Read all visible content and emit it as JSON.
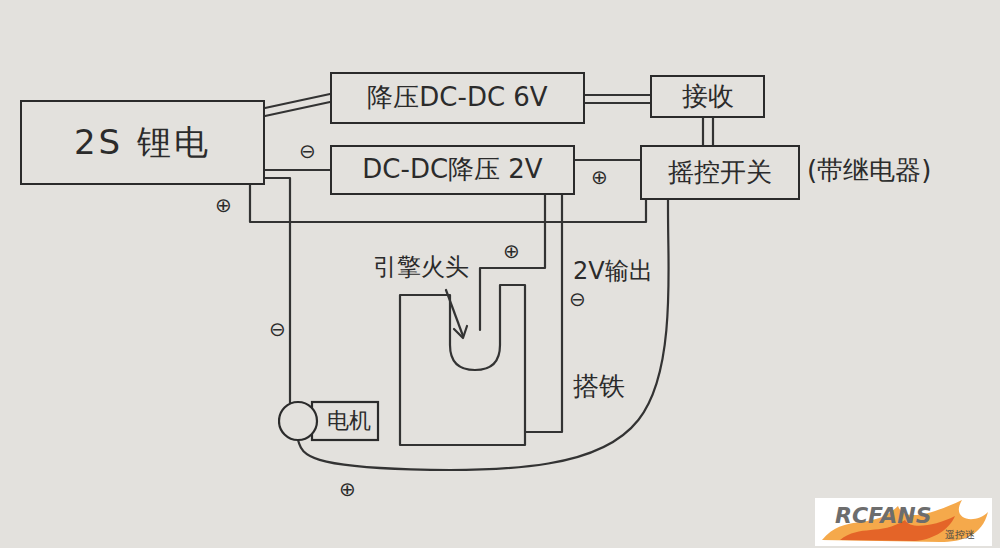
{
  "diagram": {
    "nodes": [
      {
        "text": [
          "2S 锂电"
        ]
      },
      {
        "text": [
          "降压DC-DC 6V"
        ]
      },
      {
        "text": [
          "接收"
        ]
      },
      {
        "text": [
          "DC-DC降压 2V"
        ]
      },
      {
        "text": [
          "摇控开关"
        ]
      },
      {
        "text": [
          "电机"
        ]
      }
    ],
    "edges": [
      {
        "from": 0,
        "to": 1,
        "arrow": "none"
      },
      {
        "from": 0,
        "to": 3,
        "arrow": "none"
      },
      {
        "from": 1,
        "to": 2,
        "arrow": "none"
      },
      {
        "from": 2,
        "to": 4,
        "arrow": "none"
      },
      {
        "from": 0,
        "to": 4,
        "arrow": "none"
      },
      {
        "from": 3,
        "to": 4,
        "arrow": "none"
      },
      {
        "from": 0,
        "to": 5,
        "arrow": "none"
      },
      {
        "from": 4,
        "to": 5,
        "arrow": "none"
      }
    ],
    "labels": [
      "⊖",
      "⊕",
      "⊕",
      "⊕",
      "引擎火头",
      "2V输出",
      "⊖",
      "⊖",
      "搭铁",
      "⊕",
      "(带继电器)",
      "RCFANS",
      "遥控迷"
    ]
  }
}
